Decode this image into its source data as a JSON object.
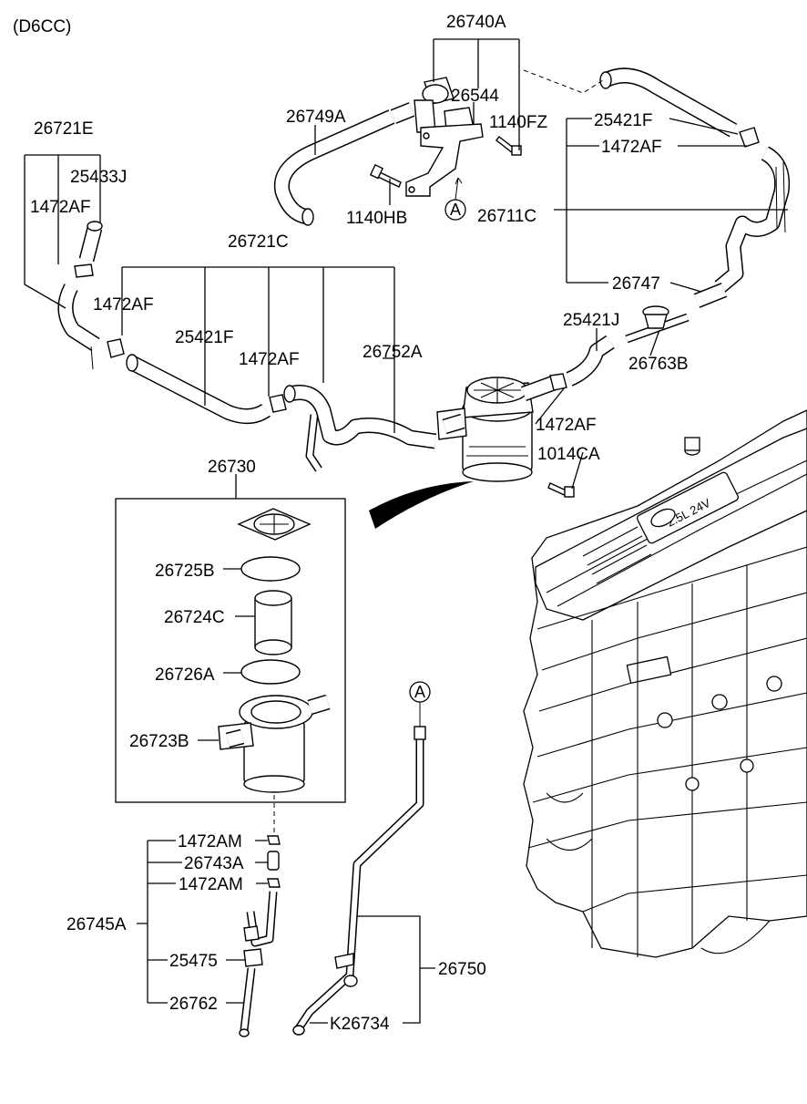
{
  "engine_code": "(D6CC)",
  "labels": {
    "p26740A": "26740A",
    "p26544": "26544",
    "p1140FZ": "1140FZ",
    "p26749A": "26749A",
    "p25421F_top": "25421F",
    "p1472AF_top": "1472AF",
    "p1140HB": "1140HB",
    "p26711C": "26711C",
    "p26721E": "26721E",
    "p25433J": "25433J",
    "p1472AF_left": "1472AF",
    "p26721C": "26721C",
    "p1472AF_mid1": "1472AF",
    "p25421F_mid": "25421F",
    "p1472AF_mid2": "1472AF",
    "p26752A": "26752A",
    "p26747": "26747",
    "p25421J": "25421J",
    "p26763B": "26763B",
    "p1472AF_right": "1472AF",
    "p1014CA": "1014CA",
    "p26730": "26730",
    "p26725B": "26725B",
    "p26724C": "26724C",
    "p26726A": "26726A",
    "p26723B": "26723B",
    "p1472AM_1": "1472AM",
    "p26743A": "26743A",
    "p1472AM_2": "1472AM",
    "p26745A": "26745A",
    "p25475": "25475",
    "p26762": "26762",
    "p26750": "26750",
    "pK26734": "K26734"
  },
  "ref_markers": {
    "marker_a_top": "A",
    "marker_a_bottom": "A"
  },
  "engine_badge": "2.5L 24V"
}
